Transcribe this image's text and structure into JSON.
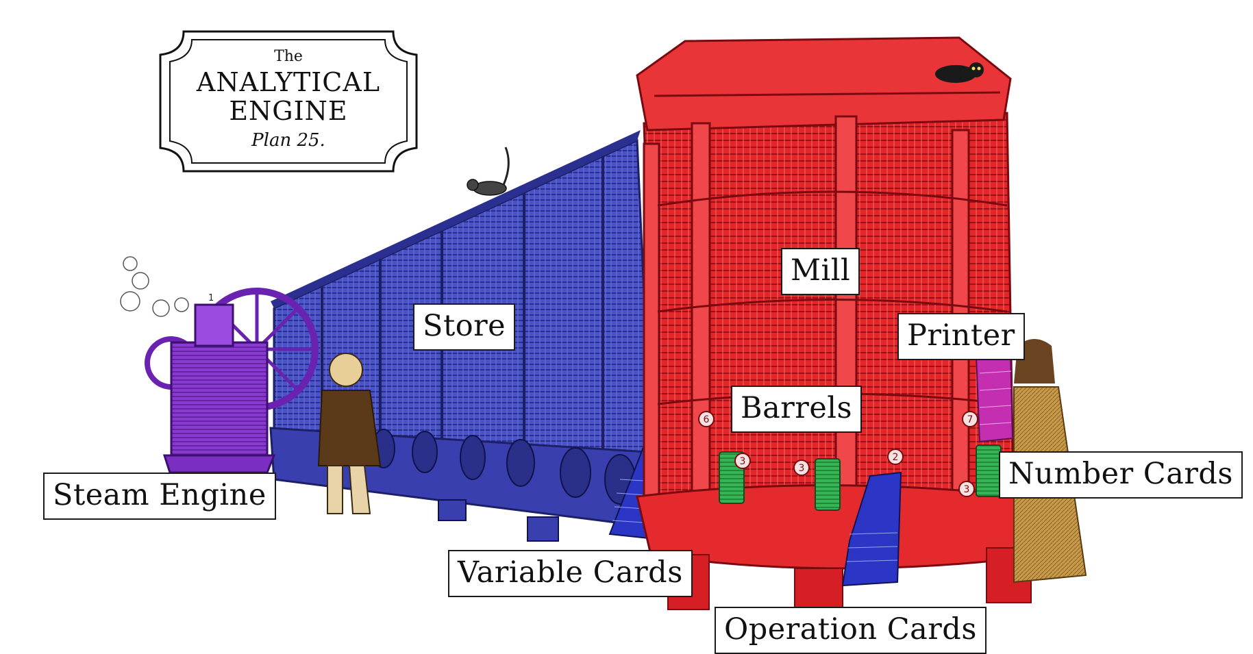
{
  "title_plaque": {
    "line1": "The",
    "line2": "ANALYTICAL",
    "line3": "ENGINE",
    "line4": "Plan 25."
  },
  "labels": {
    "mill": "Mill",
    "store": "Store",
    "printer": "Printer",
    "barrels": "Barrels",
    "steam_engine": "Steam Engine",
    "number_cards": "Number Cards",
    "variable_cards": "Variable Cards",
    "operation_cards": "Operation Cards"
  },
  "badges": {
    "steam_number": "1",
    "b2": "2",
    "b3a": "3",
    "b3b": "3",
    "b3c": "3",
    "b6": "6",
    "b7": "7"
  },
  "colors": {
    "store_blue": "#3a3fb0",
    "mill_red": "#e01e1e",
    "steam_purple": "#7a2fc0",
    "number_card_green": "#2fa64a",
    "printer_magenta": "#c02aa8",
    "figure_tan": "#c9a25a"
  }
}
